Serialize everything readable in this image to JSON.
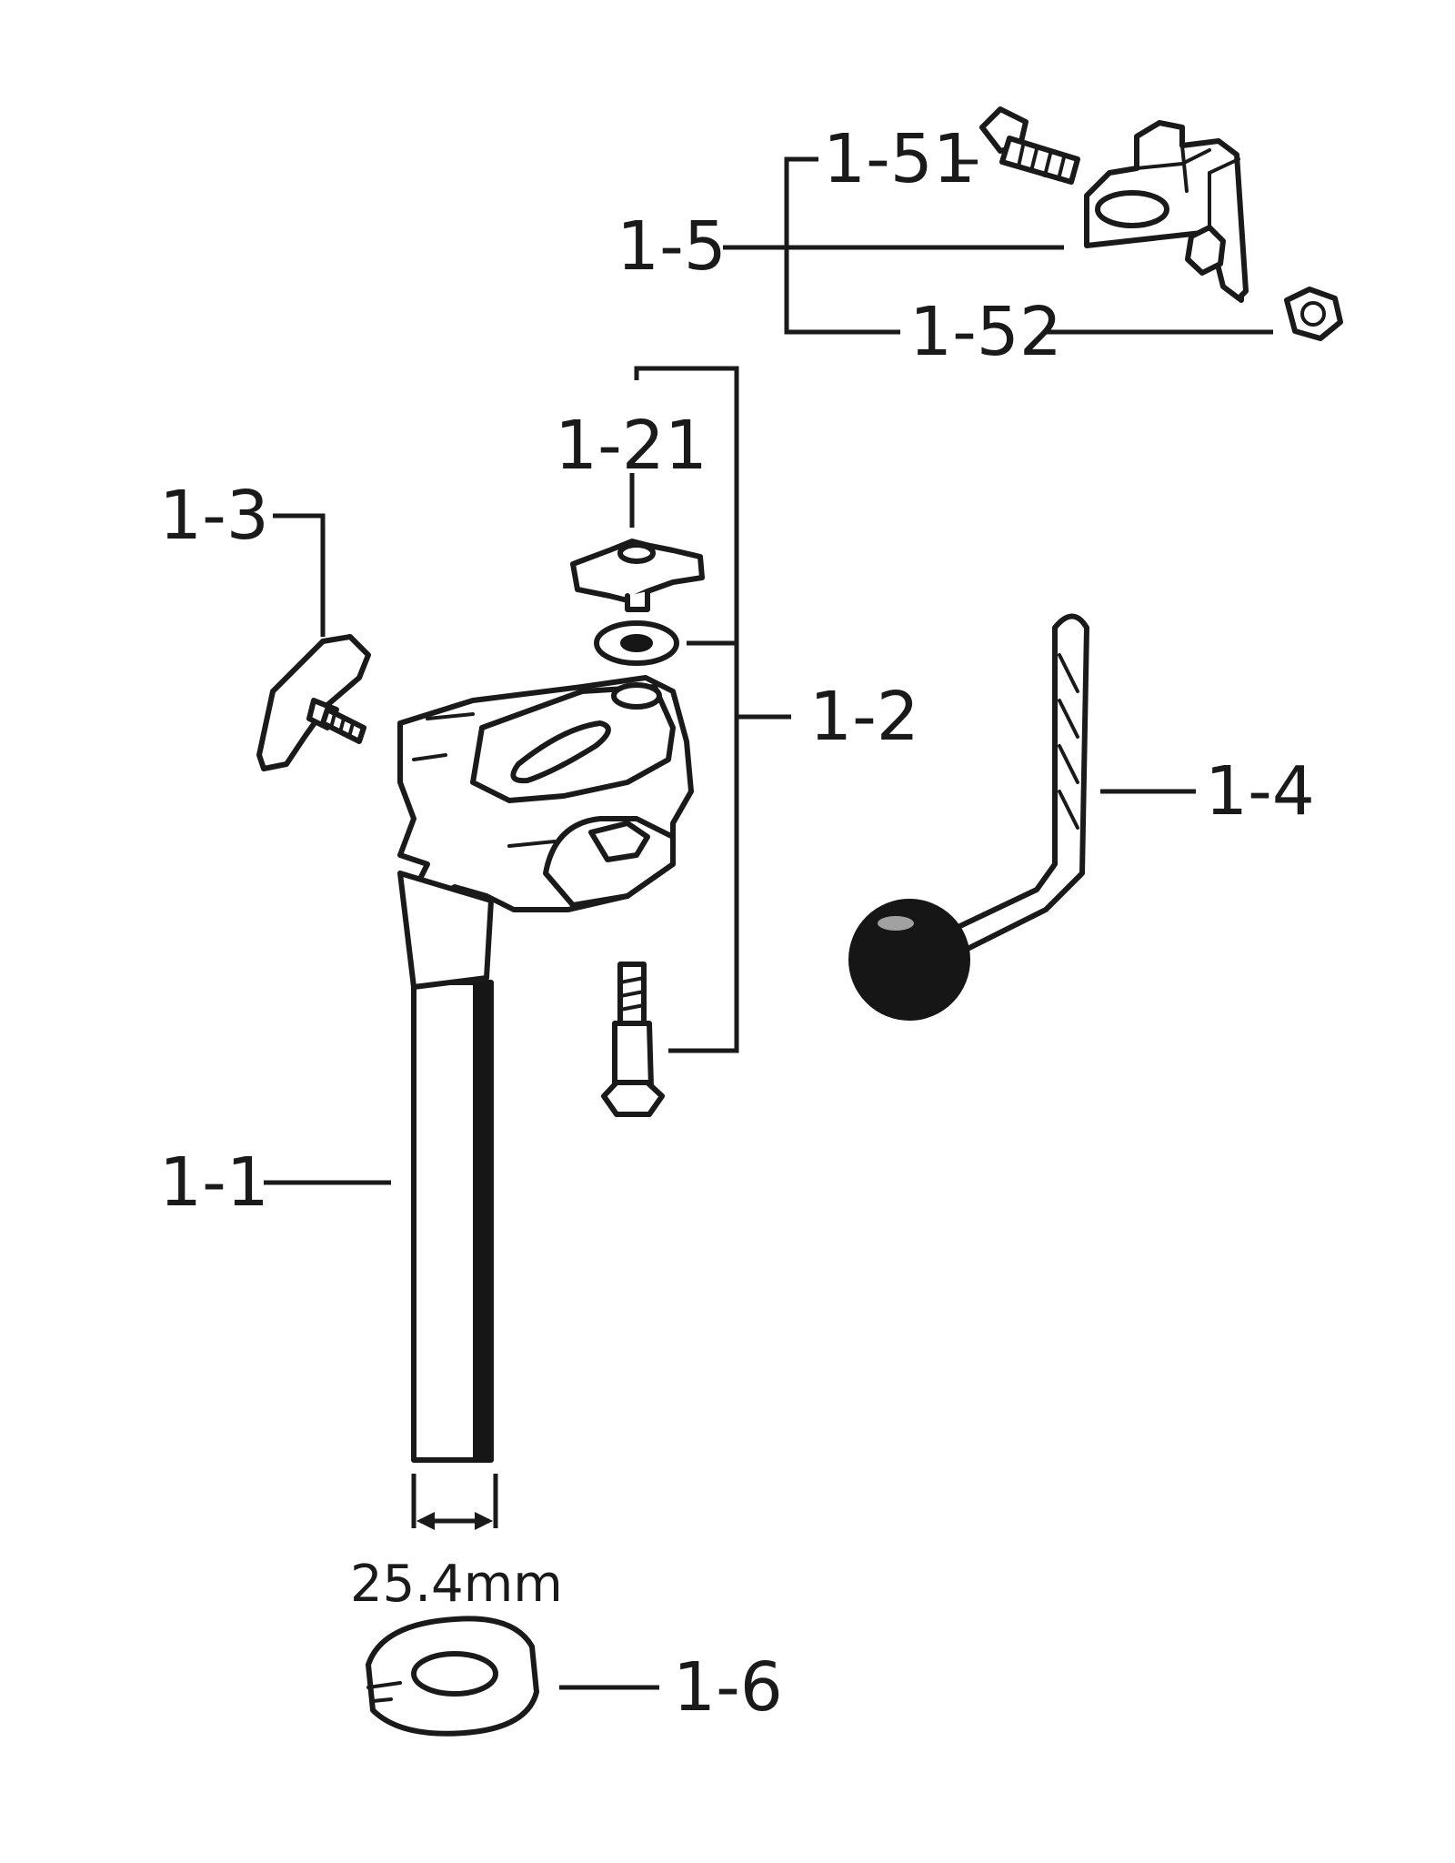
{
  "labels": {
    "l_1_51": "1-51",
    "l_1_5": "1-5",
    "l_1_52": "1-52",
    "l_1_21": "1-21",
    "l_1_3": "1-3",
    "l_1_2": "1-2",
    "l_1_4": "1-4",
    "l_1_1": "1-1",
    "l_1_6": "1-6"
  },
  "dimension": "25.4mm",
  "colors": {
    "ink": "#1a1a1a",
    "background": "#ffffff"
  }
}
